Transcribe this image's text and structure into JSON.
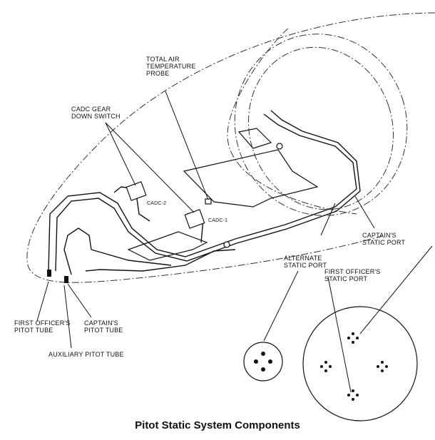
{
  "labels": {
    "tat_probe": [
      "TOTAL AIR",
      "TEMPERATURE",
      "PROBE"
    ],
    "cadc_switch": [
      "CADC GEAR",
      "DOWN SWITCH"
    ],
    "cadc2": "CADC-2",
    "cadc1": "CADC-1",
    "captain_static": [
      "CAPTAIN'S",
      "STATIC PORT"
    ],
    "alternate_static": [
      "ALTERNATE",
      "STATIC PORT"
    ],
    "fo_static": [
      "FIRST OFFICER'S",
      "STATIC PORT"
    ],
    "fo_pitot": [
      "FIRST OFFICER'S",
      "PITOT TUBE"
    ],
    "captain_pitot": [
      "CAPTAIN'S",
      "PITOT TUBE"
    ],
    "aux_pitot": "AUXILIARY PITOT TUBE"
  },
  "caption": "Pitot Static System Components"
}
